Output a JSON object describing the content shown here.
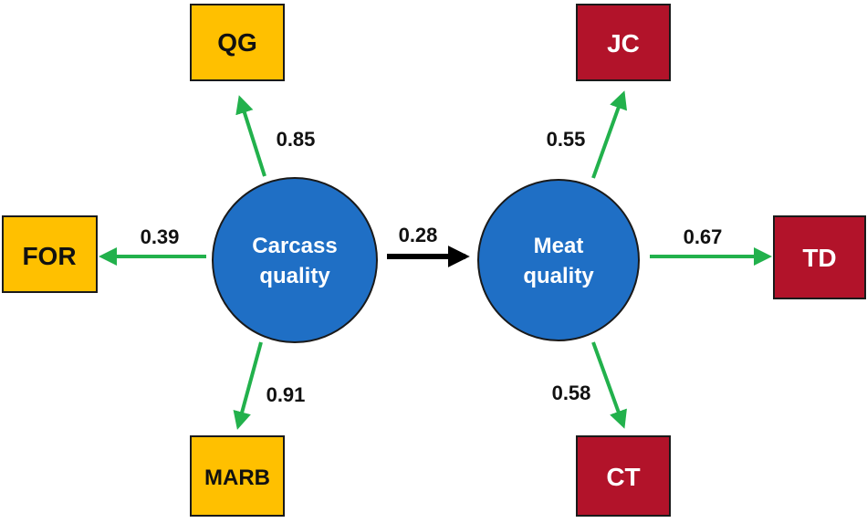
{
  "colors": {
    "carcass_indicator": "#FFC000",
    "meat_indicator": "#B2132A",
    "latent": "#1F6FC5",
    "loading_arrow": "#22B14C",
    "structural_arrow": "#000000",
    "outline": "#1a1a1a"
  },
  "latent": {
    "carcass": {
      "line1": "Carcass",
      "line2": "quality"
    },
    "meat": {
      "line1": "Meat",
      "line2": "quality"
    }
  },
  "indicators": {
    "qg": "QG",
    "for": "FOR",
    "marb": "MARB",
    "jc": "JC",
    "td": "TD",
    "ct": "CT"
  },
  "coefficients": {
    "qg": "0.85",
    "for": "0.39",
    "marb": "0.91",
    "structural": "0.28",
    "jc": "0.55",
    "td": "0.67",
    "ct": "0.58"
  }
}
